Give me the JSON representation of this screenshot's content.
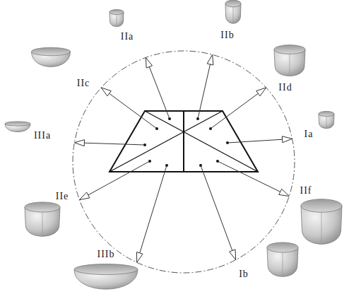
{
  "diagram": {
    "labels": [
      "IIa",
      "IIb",
      "IIc",
      "IId",
      "Ia",
      "IIIa",
      "IIe",
      "IIf",
      "IIIb",
      "Ib"
    ]
  }
}
